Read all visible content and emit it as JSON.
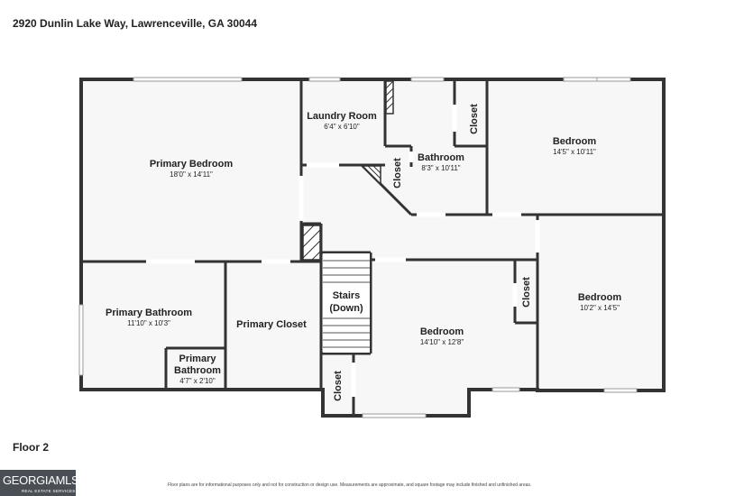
{
  "header": {
    "address": "2920 Dunlin Lake Way, Lawrenceville, GA 30044"
  },
  "floor_label": "Floor 2",
  "disclaimer": "Floor plans are for informational purposes only and not for construction or design use. Measurements are approximate, and square footage may include finished and unfinished areas.",
  "logo": {
    "main": "GEORGIAMLS",
    "sub": "REAL ESTATE SERVICES"
  },
  "rooms": {
    "primary_bedroom": {
      "name": "Primary Bedroom",
      "dims": "18'0\" x 14'11\""
    },
    "laundry": {
      "name": "Laundry Room",
      "dims": "6'4\" x 6'10\""
    },
    "bathroom": {
      "name": "Bathroom",
      "dims": "8'3\" x 10'11\""
    },
    "closet_bath": {
      "name": "Closet"
    },
    "closet_top": {
      "name": "Closet"
    },
    "bedroom_ne": {
      "name": "Bedroom",
      "dims": "14'5\" x 10'11\""
    },
    "primary_bathroom": {
      "name": "Primary Bathroom",
      "dims": "11'10\" x 10'3\""
    },
    "primary_bathroom_small": {
      "name_line1": "Primary",
      "name_line2": "Bathroom",
      "dims": "4'7\" x 2'10\""
    },
    "primary_closet": {
      "name": "Primary Closet"
    },
    "stairs": {
      "line1": "Stairs",
      "line2": "(Down)"
    },
    "bedroom_center": {
      "name": "Bedroom",
      "dims": "14'10\" x 12'8\""
    },
    "closet_center": {
      "name": "Closet"
    },
    "closet_right": {
      "name": "Closet"
    },
    "bedroom_se": {
      "name": "Bedroom",
      "dims": "10'2\" x 14'5\""
    }
  }
}
